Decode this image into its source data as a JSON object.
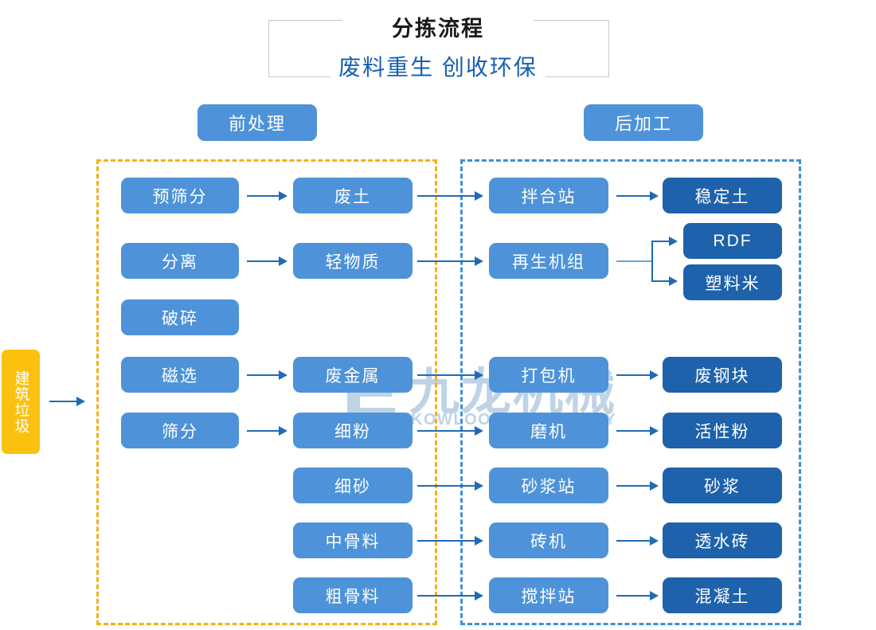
{
  "title": {
    "main": "分拣流程",
    "sub": "废料重生 创收环保"
  },
  "sections": {
    "pre": {
      "label": "前处理",
      "border_color": "#f5b014"
    },
    "post": {
      "label": "后加工",
      "border_color": "#3f8edc"
    }
  },
  "source": {
    "label": "建筑垃圾",
    "color": "#fcc10e"
  },
  "colors": {
    "mid_blue": "#4e93d9",
    "dark_blue": "#1e62ab",
    "arrow": "#1f6bb5",
    "title_sub": "#1760b0"
  },
  "watermark": {
    "cn": "九龙机械",
    "en": "KOWLOON MACHINERY"
  },
  "nodes": {
    "equipment_pre": [
      {
        "label": "预筛分"
      },
      {
        "label": "分离"
      },
      {
        "label": "破碎"
      },
      {
        "label": "磁选"
      },
      {
        "label": "筛分"
      }
    ],
    "materials": [
      {
        "label": "废土"
      },
      {
        "label": "轻物质"
      },
      {
        "label": "废金属"
      },
      {
        "label": "细粉"
      },
      {
        "label": "细砂"
      },
      {
        "label": "中骨料"
      },
      {
        "label": "粗骨料"
      }
    ],
    "equipment_post": [
      {
        "label": "拌合站"
      },
      {
        "label": "再生机组"
      },
      {
        "label": "打包机"
      },
      {
        "label": "磨机"
      },
      {
        "label": "砂浆站"
      },
      {
        "label": "砖机"
      },
      {
        "label": "搅拌站"
      }
    ],
    "products": [
      {
        "label": "稳定土"
      },
      {
        "label": "RDF"
      },
      {
        "label": "塑料米"
      },
      {
        "label": "废钢块"
      },
      {
        "label": "活性粉"
      },
      {
        "label": "砂浆"
      },
      {
        "label": "透水砖"
      },
      {
        "label": "混凝土"
      }
    ]
  },
  "flows": [
    {
      "from": "建筑垃圾",
      "to": "前处理"
    },
    {
      "from": "预筛分",
      "to": "废土"
    },
    {
      "from": "分离",
      "to": "轻物质"
    },
    {
      "from": "磁选",
      "to": "废金属"
    },
    {
      "from": "筛分",
      "to": "细粉"
    },
    {
      "from": "废土",
      "to": "拌合站"
    },
    {
      "from": "轻物质",
      "to": "再生机组"
    },
    {
      "from": "废金属",
      "to": "打包机"
    },
    {
      "from": "细粉",
      "to": "磨机"
    },
    {
      "from": "细砂",
      "to": "砂浆站"
    },
    {
      "from": "中骨料",
      "to": "砖机"
    },
    {
      "from": "粗骨料",
      "to": "搅拌站"
    },
    {
      "from": "拌合站",
      "to": "稳定土"
    },
    {
      "from": "再生机组",
      "to": "RDF"
    },
    {
      "from": "再生机组",
      "to": "塑料米"
    },
    {
      "from": "打包机",
      "to": "废钢块"
    },
    {
      "from": "磨机",
      "to": "活性粉"
    },
    {
      "from": "砂浆站",
      "to": "砂浆"
    },
    {
      "from": "砖机",
      "to": "透水砖"
    },
    {
      "from": "搅拌站",
      "to": "混凝土"
    }
  ]
}
